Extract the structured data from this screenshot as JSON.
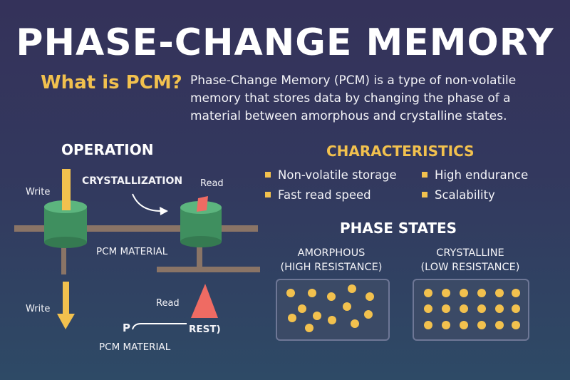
{
  "title": "PHASE-CHANGE MEMORY",
  "intro": {
    "question": "What is PCM?",
    "description": "Phase-Change Memory (PCM) is a type of non-volatile memory that stores data by changing the phase of a material between amorphous and crystalline states."
  },
  "operation": {
    "heading": "OPERATION",
    "write_label_1": "Write",
    "crystallization_label": "CRYSTALLIZATION",
    "read_label_1": "Read",
    "material_label_1": "PCM MATERIAL",
    "write_label_2": "Write",
    "read_label_2": "Read",
    "p_label": "P",
    "rest_label": "REST)",
    "material_label_2": "PCM MATERIAL"
  },
  "characteristics": {
    "heading": "CHARACTERISTICS",
    "items": [
      "Non-volatile storage",
      "High endurance",
      "Fast read speed",
      "Scalability"
    ]
  },
  "phase_states": {
    "heading": "PHASE STATES",
    "amorphous": {
      "line1": "AMORPHOUS",
      "line2": "(HIGH RESISTANCE)"
    },
    "crystalline": {
      "line1": "CRYSTALLINE",
      "line2": "(LOW RESISTANCE)"
    }
  },
  "colors": {
    "accent": "#f2c14e",
    "electrode": "#3f8f5f",
    "rail": "#8a7466",
    "triangle": "#ef6b63",
    "read_tab": "#ef6b63"
  }
}
